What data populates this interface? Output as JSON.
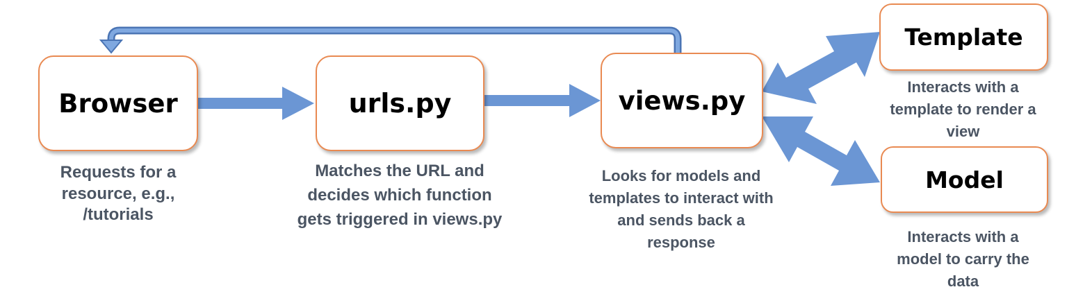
{
  "colors": {
    "arrow": "#6b96d4",
    "border": "#e98a52",
    "caption": "#4b5563"
  },
  "nodes": {
    "browser": {
      "label": "Browser",
      "caption": [
        "Requests for a",
        "resource, e.g.,",
        "/tutorials"
      ]
    },
    "urls": {
      "label": "urls.py",
      "caption": [
        "Matches the URL and",
        "decides which function",
        "gets triggered in views.py"
      ]
    },
    "views": {
      "label": "views.py",
      "caption": [
        "Looks for models and",
        "templates to interact with",
        "and sends back a",
        "response"
      ]
    },
    "template": {
      "label": "Template",
      "caption": [
        "Interacts with a",
        "template to render a",
        "view"
      ]
    },
    "model": {
      "label": "Model",
      "caption": [
        "Interacts with a",
        "model to carry the",
        "data"
      ]
    }
  },
  "edges": [
    {
      "from": "browser",
      "to": "urls",
      "kind": "forward"
    },
    {
      "from": "urls",
      "to": "views",
      "kind": "forward"
    },
    {
      "from": "views",
      "to": "template",
      "kind": "bidirectional"
    },
    {
      "from": "views",
      "to": "model",
      "kind": "bidirectional"
    },
    {
      "from": "views",
      "to": "browser",
      "kind": "return"
    }
  ]
}
